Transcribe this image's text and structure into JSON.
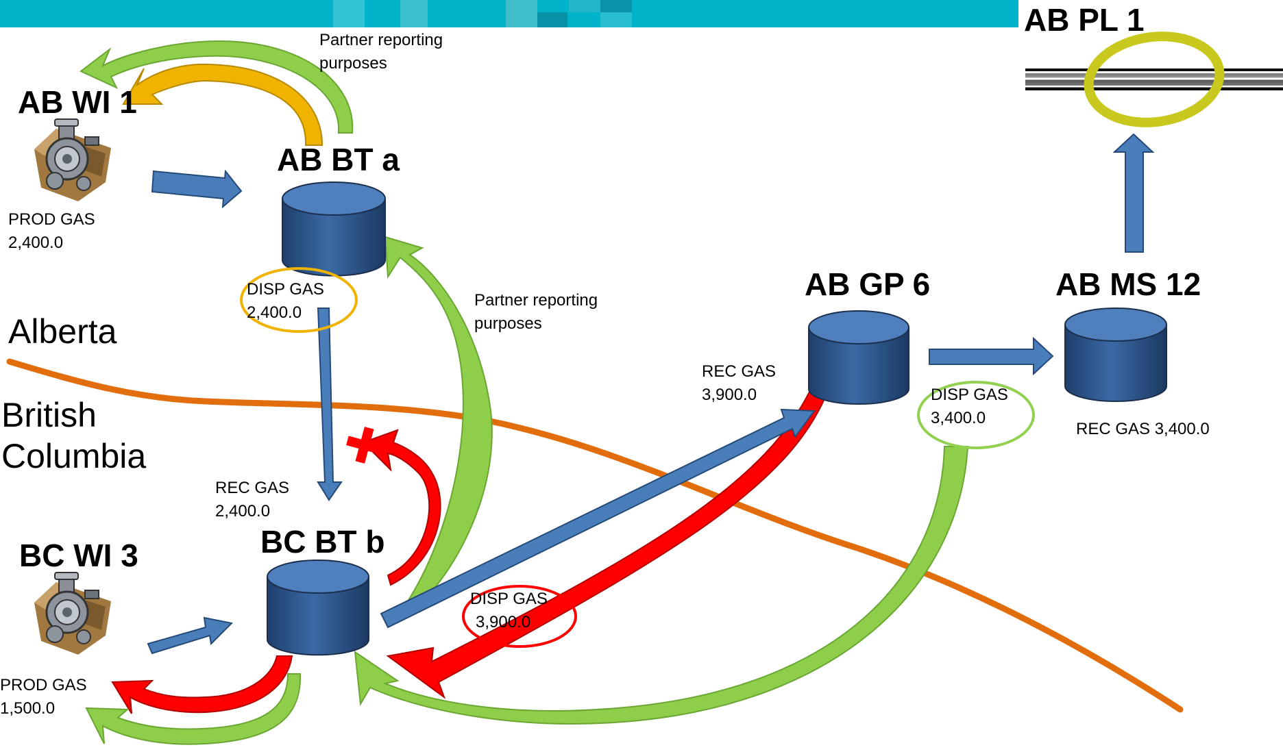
{
  "colors": {
    "header_bar": "#00b3c9",
    "tank_body": "#2f5a92",
    "tank_top": "#4f7fbd",
    "flow_arrow": "#4a7ebb",
    "border_line": "#e26d0c",
    "green_arrow": "#92d050",
    "red_arrow": "#ff0000",
    "yellow_arrow": "#f0b400",
    "pipeline_ring": "#c8c81e",
    "rec_x_mark": "#ff0000"
  },
  "nodes": {
    "ab_wi": {
      "title": "AB WI 1",
      "icon": "wellhead-icon",
      "qty_label": "PROD GAS",
      "qty_value": "2,400.0"
    },
    "bc_wi": {
      "title": "BC WI 3",
      "icon": "wellhead-icon",
      "qty_label": "PROD GAS",
      "qty_value": "1,500.0"
    },
    "ab_bt": {
      "title": "AB BT a",
      "icon": "tank-icon",
      "qty_label": "DISP GAS",
      "qty_value": "2,400.0"
    },
    "bc_bt": {
      "title": "BC BT b",
      "icon": "tank-icon",
      "rec_label": "REC GAS",
      "rec_value": "2,400.0",
      "disp_label": "DISP GAS",
      "disp_value": "3,900.0"
    },
    "ab_gp": {
      "title": "AB GP 6",
      "icon": "tank-icon",
      "rec_label": "REC GAS",
      "rec_value": "3,900.0",
      "disp_label": "DISP GAS",
      "disp_value": "3,400.0"
    },
    "ab_ms": {
      "title": "AB MS 12",
      "icon": "tank-icon",
      "rec_text": "REC GAS 3,400.0"
    },
    "ab_pl": {
      "title": "AB PL 1",
      "icon": "pipeline-icon"
    }
  },
  "regions": {
    "alberta": "Alberta",
    "british_columbia": "British\nColumbia"
  },
  "notes": {
    "top": "Partner reporting\npurposes",
    "middle": "Partner reporting\npurposes"
  }
}
